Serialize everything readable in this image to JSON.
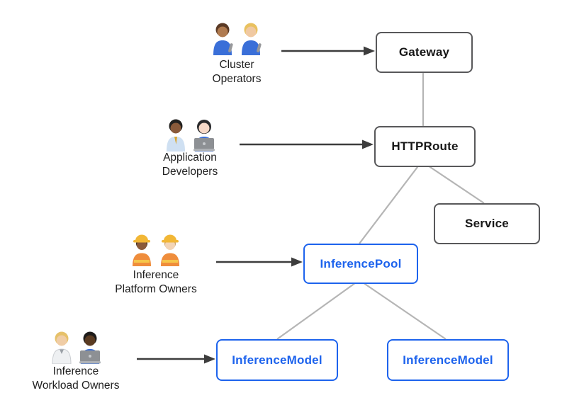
{
  "diagram": {
    "description": "Gateway API inference extension persona and resource relationship diagram",
    "personas": {
      "cluster_operators": {
        "line1": "Cluster",
        "line2": "Operators",
        "icon": "mechanic-pair",
        "emoji": "👨🏽‍🔧 👩🏼‍🔧",
        "points_to": "Gateway"
      },
      "application_developers": {
        "line1": "Application",
        "line2": "Developers",
        "icon": "office-worker-and-technologist-pair",
        "emoji": "👨🏾‍💼 👩🏻‍💻",
        "points_to": "HTTPRoute"
      },
      "inference_platform_owners": {
        "line1": "Inference",
        "line2": "Platform Owners",
        "icon": "construction-worker-pair",
        "emoji": "👷🏾‍♀️ 👷🏻",
        "points_to": "InferencePool"
      },
      "inference_workload_owners": {
        "line1": "Inference",
        "line2": "Workload Owners",
        "icon": "health-worker-and-technologist-pair",
        "emoji": "🧑🏼‍⚕️ 👨🏿‍💻",
        "points_to": "InferenceModel"
      }
    },
    "nodes": {
      "gateway": {
        "label": "Gateway",
        "style": "dark"
      },
      "httproute": {
        "label": "HTTPRoute",
        "style": "dark"
      },
      "service": {
        "label": "Service",
        "style": "dark"
      },
      "inference_pool": {
        "label": "InferencePool",
        "style": "blue"
      },
      "inference_model_left": {
        "label": "InferenceModel",
        "style": "blue"
      },
      "inference_model_right": {
        "label": "InferenceModel",
        "style": "blue"
      }
    },
    "edges": [
      {
        "from": "Gateway",
        "to": "HTTPRoute"
      },
      {
        "from": "HTTPRoute",
        "to": "InferencePool"
      },
      {
        "from": "HTTPRoute",
        "to": "Service"
      },
      {
        "from": "InferencePool",
        "to": "InferenceModel (left)"
      },
      {
        "from": "InferencePool",
        "to": "InferenceModel (right)"
      }
    ],
    "colors": {
      "dark_node_border": "#58585a",
      "dark_node_text": "#161616",
      "blue_node": "#1d63ed",
      "connector_line": "#b5b5b5",
      "arrow": "#3d3d3d",
      "background": "#ffffff"
    }
  }
}
